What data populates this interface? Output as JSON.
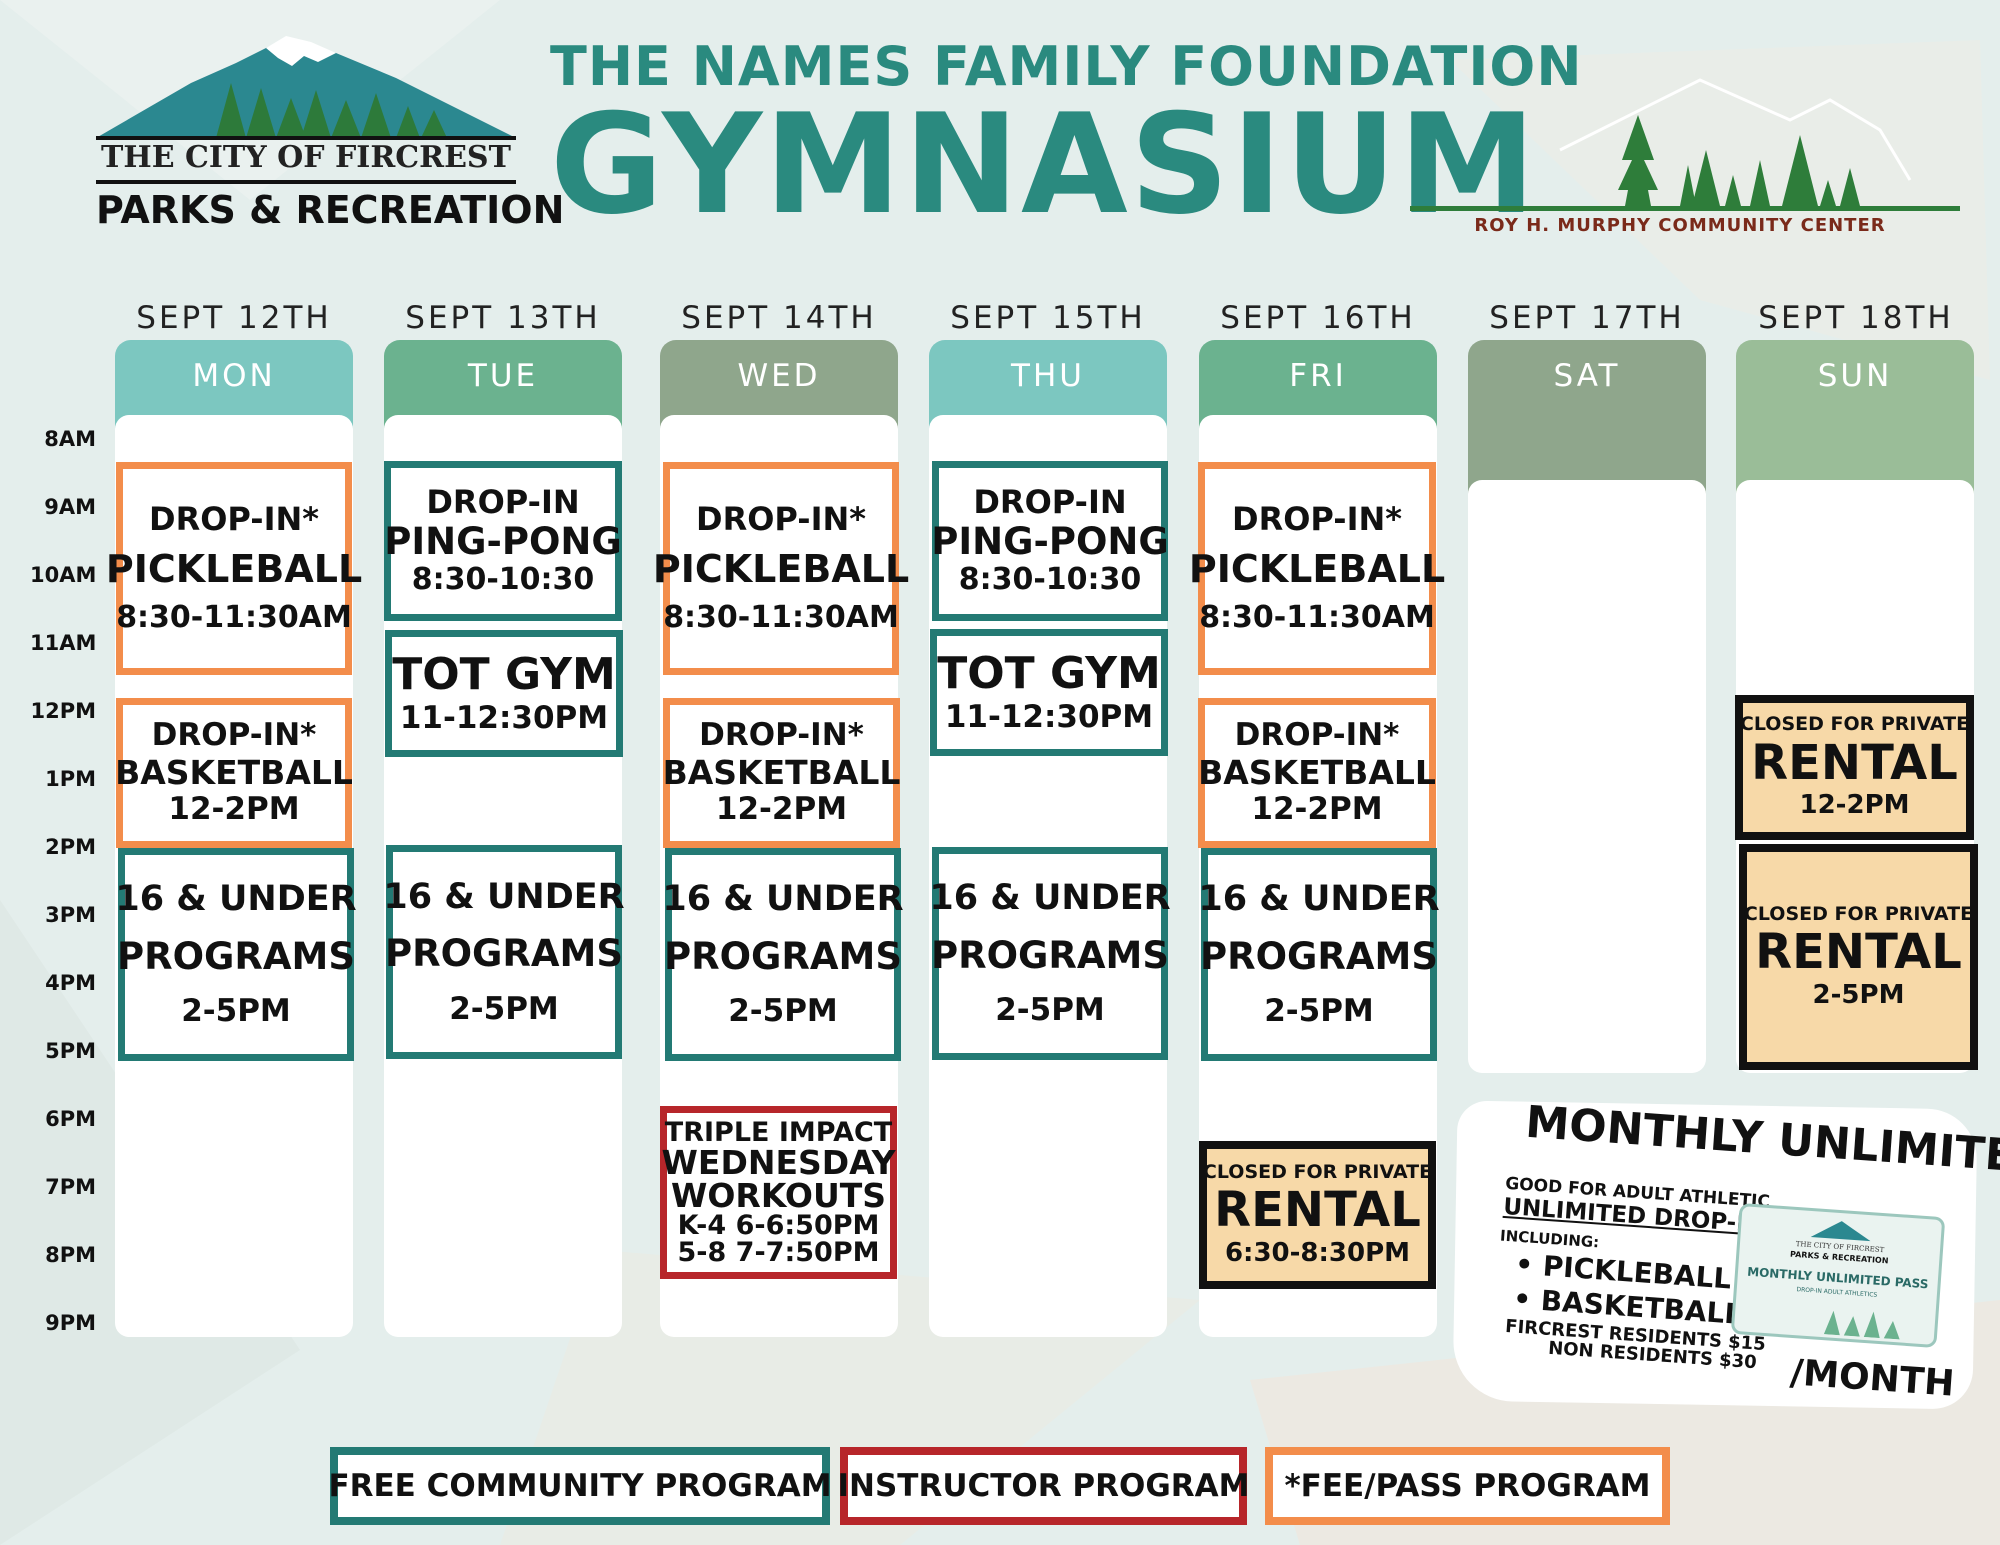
{
  "header": {
    "subtitle": "THE NAMES FAMILY FOUNDATION",
    "title": "GYMNASIUM",
    "logo_city": "THE CITY OF FIRCREST",
    "logo_parks": "PARKS & RECREATION",
    "community_center": "ROY H. MURPHY COMMUNITY CENTER"
  },
  "days": [
    {
      "date": "SEPT 12TH",
      "day": "MON"
    },
    {
      "date": "SEPT 13TH",
      "day": "TUE"
    },
    {
      "date": "SEPT 14TH",
      "day": "WED"
    },
    {
      "date": "SEPT 15TH",
      "day": "THU"
    },
    {
      "date": "SEPT 16TH",
      "day": "FRI"
    },
    {
      "date": "SEPT 17TH",
      "day": "SAT"
    },
    {
      "date": "SEPT 18TH",
      "day": "SUN"
    }
  ],
  "times": [
    "8AM",
    "9AM",
    "10AM",
    "11AM",
    "12PM",
    "1PM",
    "2PM",
    "3PM",
    "4PM",
    "5PM",
    "6PM",
    "7PM",
    "8PM",
    "9PM"
  ],
  "events": {
    "mon_pickleball": [
      "DROP-IN*",
      "PICKLEBALL",
      "8:30-11:30AM"
    ],
    "mon_basketball": [
      "DROP-IN*",
      "BASKETBALL",
      "12-2PM"
    ],
    "mon_programs": [
      "16 & UNDER",
      "PROGRAMS",
      "2-5PM"
    ],
    "tue_pingpong": [
      "DROP-IN",
      "PING-PONG",
      "8:30-10:30"
    ],
    "tue_totgym": [
      "TOT GYM",
      "11-12:30PM"
    ],
    "tue_programs": [
      "16 & UNDER",
      "PROGRAMS",
      "2-5PM"
    ],
    "wed_pickleball": [
      "DROP-IN*",
      "PICKLEBALL",
      "8:30-11:30AM"
    ],
    "wed_basketball": [
      "DROP-IN*",
      "BASKETBALL",
      "12-2PM"
    ],
    "wed_programs": [
      "16 & UNDER",
      "PROGRAMS",
      "2-5PM"
    ],
    "wed_triple": [
      "TRIPLE IMPACT",
      "WEDNESDAY",
      "WORKOUTS",
      "K-4 6-6:50PM",
      "5-8 7-7:50PM"
    ],
    "thu_pingpong": [
      "DROP-IN",
      "PING-PONG",
      "8:30-10:30"
    ],
    "thu_totgym": [
      "TOT GYM",
      "11-12:30PM"
    ],
    "thu_programs": [
      "16 & UNDER",
      "PROGRAMS",
      "2-5PM"
    ],
    "fri_pickleball": [
      "DROP-IN*",
      "PICKLEBALL",
      "8:30-11:30AM"
    ],
    "fri_basketball": [
      "DROP-IN*",
      "BASKETBALL",
      "12-2PM"
    ],
    "fri_programs": [
      "16 & UNDER",
      "PROGRAMS",
      "2-5PM"
    ],
    "fri_rental": [
      "CLOSED FOR PRIVATE",
      "RENTAL",
      "6:30-8:30PM"
    ],
    "sun_rental1": [
      "CLOSED FOR PRIVATE",
      "RENTAL",
      "12-2PM"
    ],
    "sun_rental2": [
      "CLOSED FOR PRIVATE",
      "RENTAL",
      "2-5PM"
    ]
  },
  "monthly": {
    "title": "MONTHLY UNLIMITED",
    "good_for": "GOOD FOR ADULT ATHLETIC",
    "unlimited": "UNLIMITED DROP-IN",
    "including": "INCLUDING:",
    "items": [
      "PICKLEBALL",
      "BASKETBALL"
    ],
    "residents": "FIRCREST RESIDENTS $15",
    "nonresidents": "NON RESIDENTS $30",
    "per": "/MONTH",
    "pass_city": "THE CITY OF FIRCREST",
    "pass_parks": "PARKS & RECREATION",
    "pass_name": "MONTHLY UNLIMITED PASS",
    "pass_sub": "DROP-IN ADULT ATHLETICS"
  },
  "legend": {
    "free": "FREE COMMUNITY PROGRAM",
    "instructor": "INSTRUCTOR PROGRAM",
    "fee": "*FEE/PASS PROGRAM"
  },
  "colors": {
    "teal_dark": "#237a74",
    "fee_orange": "#f38d4b",
    "instructor_red": "#b7262a",
    "rental_fill": "#f7d9a8",
    "title_teal": "#2a8a7f"
  }
}
